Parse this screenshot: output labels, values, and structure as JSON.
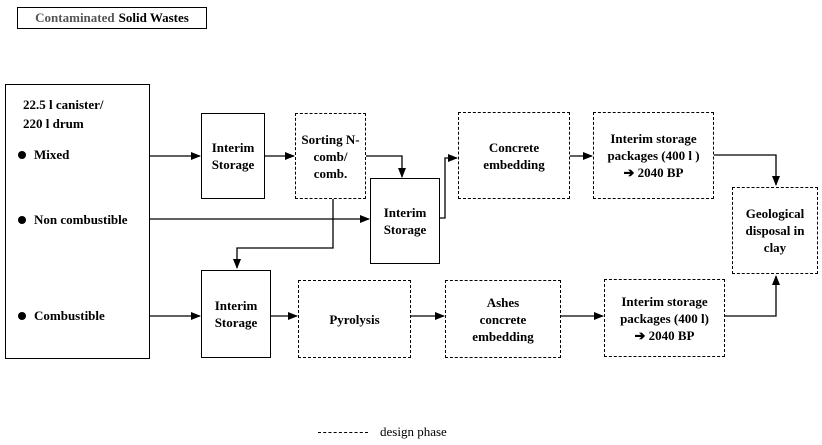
{
  "title": {
    "prefix": "Contaminated",
    "main": "Solid Wastes"
  },
  "source": {
    "line1": "22.5 l canister/",
    "line2": "220 l drum",
    "items": [
      "Mixed",
      "Non combustible",
      "Combustible"
    ]
  },
  "nodes": {
    "interim_storage_1": "Interim Storage",
    "sorting": "Sorting N-comb/ comb.",
    "interim_storage_2": "Interim Storage",
    "concrete_embedding": "Concrete embedding",
    "interim_packages_top": {
      "line1": "Interim storage",
      "line2": "packages (400 l )",
      "line3": "➔ 2040 BP"
    },
    "geological": "Geological disposal in clay",
    "interim_storage_3": "Interim Storage",
    "pyrolysis": "Pyrolysis",
    "ashes": "Ashes concrete embedding",
    "interim_packages_bottom": {
      "line1": "Interim storage",
      "line2": "packages (400 l)",
      "line3": "➔ 2040 BP"
    }
  },
  "legend": {
    "label": "design phase"
  }
}
